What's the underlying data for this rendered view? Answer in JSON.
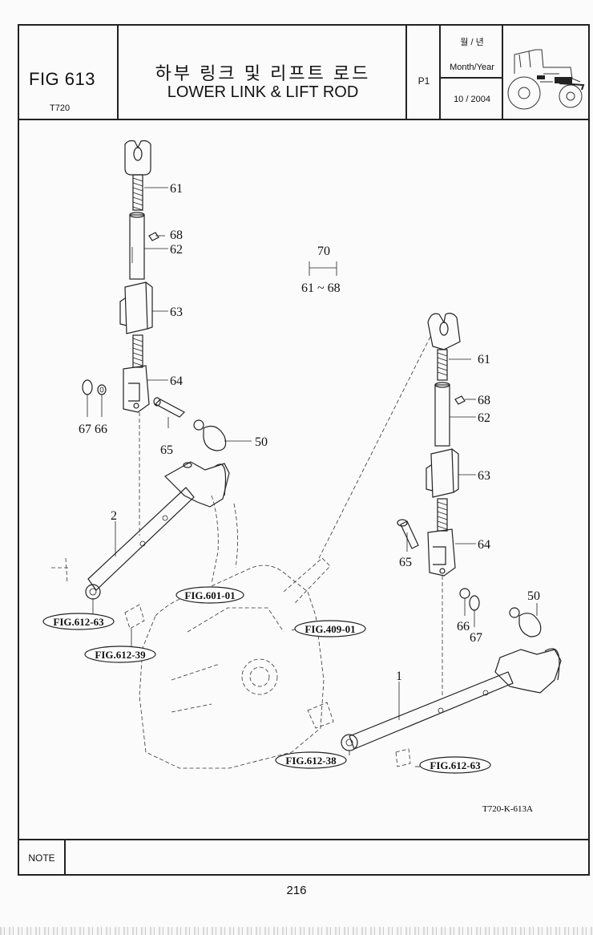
{
  "header": {
    "fig_number": "FIG 613",
    "model": "T720",
    "title_korean": "하부 링크 및 리프트 로드",
    "title_english": "LOWER LINK & LIFT ROD",
    "page_id": "P1",
    "date_korean": "월 / 년",
    "date_label": "Month/Year",
    "date_value": "10 / 2004"
  },
  "diagram": {
    "drawing_code": "T720-K-613A",
    "assembly": {
      "number": "70",
      "range": "61 ~ 68"
    },
    "callouts": [
      "61",
      "68",
      "62",
      "63",
      "64",
      "67",
      "66",
      "65",
      "50",
      "2",
      "1"
    ],
    "figure_refs": {
      "fig_601_01": "FIG.601-01",
      "fig_612_63": "FIG.612-63",
      "fig_612_39": "FIG.612-39",
      "fig_409_01": "FIG.409-01",
      "fig_612_38": "FIG.612-38",
      "fig_612_63_right": "FIG.612-63"
    }
  },
  "note_label": "NOTE",
  "page_number": "216"
}
